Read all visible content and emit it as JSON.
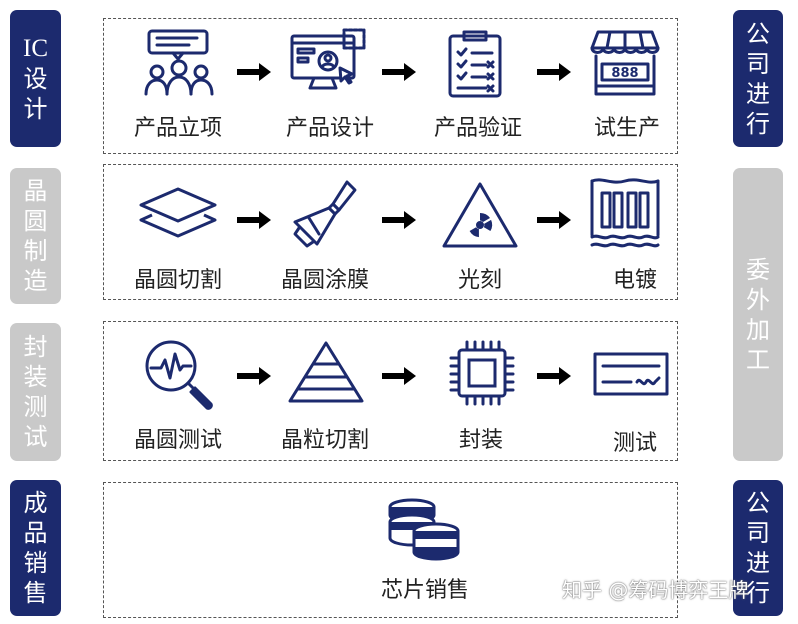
{
  "stages": [
    {
      "id": "ic-design",
      "label_lines": [
        "IC",
        "设计"
      ],
      "color": "#1c2a6e"
    },
    {
      "id": "wafer-manufacturing",
      "label_lines": [
        "晶",
        "圆",
        "制",
        "造"
      ],
      "color": "#c9c9c9"
    },
    {
      "id": "package-test",
      "label_lines": [
        "封",
        "装",
        "测",
        "试"
      ],
      "color": "#c9c9c9"
    },
    {
      "id": "product-sales",
      "label_lines": [
        "成",
        "品",
        "销",
        "售"
      ],
      "color": "#1c2a6e"
    }
  ],
  "side_labels": [
    {
      "id": "company-top",
      "label_lines": [
        "公",
        "司",
        "进",
        "行"
      ],
      "color": "#1c2a6e"
    },
    {
      "id": "outsourced",
      "label_lines": [
        "委",
        "外",
        "加",
        "工"
      ],
      "color": "#c9c9c9"
    },
    {
      "id": "company-bottom",
      "label_lines": [
        "公",
        "司",
        "进",
        "行"
      ],
      "color": "#1c2a6e"
    }
  ],
  "rows": [
    {
      "steps": [
        {
          "label": "产品立项",
          "icon": "team-meeting-icon"
        },
        {
          "label": "产品设计",
          "icon": "design-screen-icon"
        },
        {
          "label": "产品验证",
          "icon": "checklist-clipboard-icon"
        },
        {
          "label": "试生产",
          "icon": "storefront-icon"
        }
      ]
    },
    {
      "steps": [
        {
          "label": "晶圆切割",
          "icon": "wafer-layers-icon"
        },
        {
          "label": "晶圆涂膜",
          "icon": "paint-brush-icon"
        },
        {
          "label": "光刻",
          "icon": "radiation-warning-icon"
        },
        {
          "label": "电镀",
          "icon": "electroplating-bath-icon"
        }
      ]
    },
    {
      "steps": [
        {
          "label": "晶圆测试",
          "icon": "magnifier-waveform-icon"
        },
        {
          "label": "晶粒切割",
          "icon": "pyramid-icon"
        },
        {
          "label": "封装",
          "icon": "chip-icon"
        },
        {
          "label": "测试",
          "icon": "test-card-icon"
        }
      ]
    },
    {
      "steps": [
        {
          "label": "芯片销售",
          "icon": "coin-stack-icon"
        }
      ]
    }
  ],
  "watermark": "知乎 @筹码博弈王牌"
}
